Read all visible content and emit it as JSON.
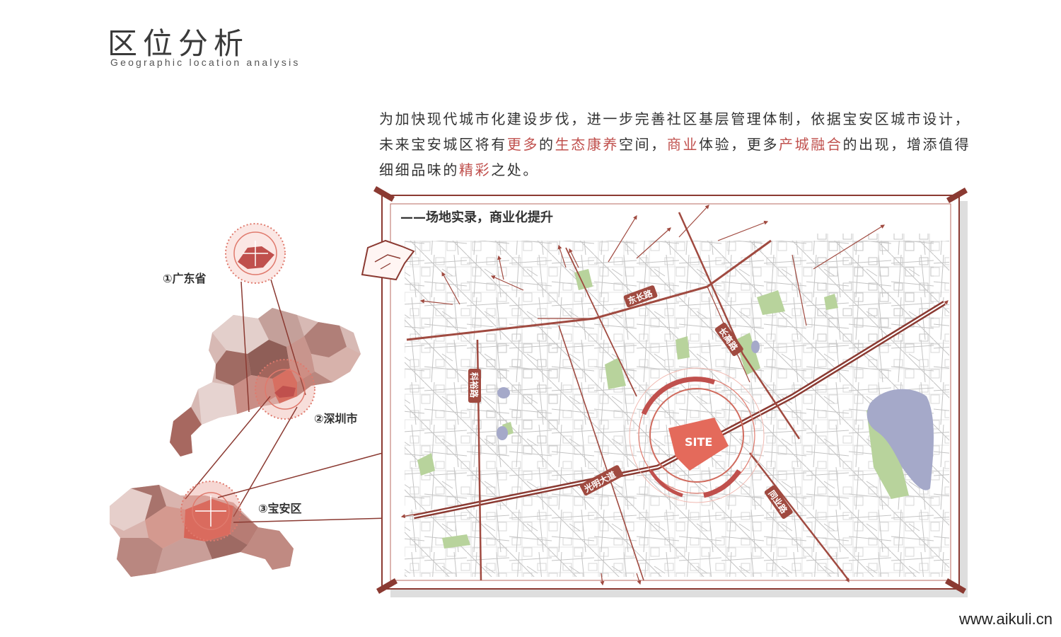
{
  "header": {
    "title": "区位分析",
    "subtitle": "Geographic location analysis"
  },
  "intro": {
    "p1": "为加快现代城市化建设步伐，进一步完善社区基层管理体制，依据宝安区城市设计，未来宝安城区将有",
    "h1": "更多",
    "p2": "的",
    "h2": "生态康养",
    "p3": "空间，",
    "h3": "商业",
    "p4": "体验，更多",
    "h4": "产城融合",
    "p5": "的出现，增添值得细细品味的",
    "h5": "精彩",
    "p6": "之处。"
  },
  "regions": {
    "province": "①广东省",
    "city": "②深圳市",
    "district": "③宝安区"
  },
  "map": {
    "heading": "——场地实录，商业化提升",
    "site_label": "SITE",
    "roads": [
      "东长路",
      "长高路",
      "科裕路",
      "光明大道",
      "同业路"
    ]
  },
  "colors": {
    "accent": "#c0504d",
    "dark_red": "#8b3a32",
    "frame": "#8b3a32",
    "water": "#a5a9c9",
    "park": "#b8d39c"
  },
  "watermark": "www.aikuli.cn"
}
